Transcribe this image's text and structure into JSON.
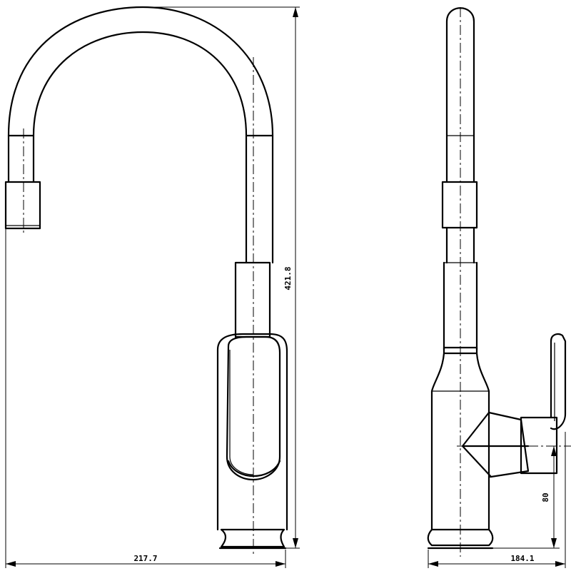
{
  "views": {
    "front": {
      "name": "front-view"
    },
    "side": {
      "name": "side-view"
    }
  },
  "dimensions": {
    "total_width": "217.7",
    "total_height": "421.8",
    "side_depth": "184.1",
    "outlet_height": "80"
  },
  "colors": {
    "line": "#000000",
    "background": "#ffffff"
  }
}
